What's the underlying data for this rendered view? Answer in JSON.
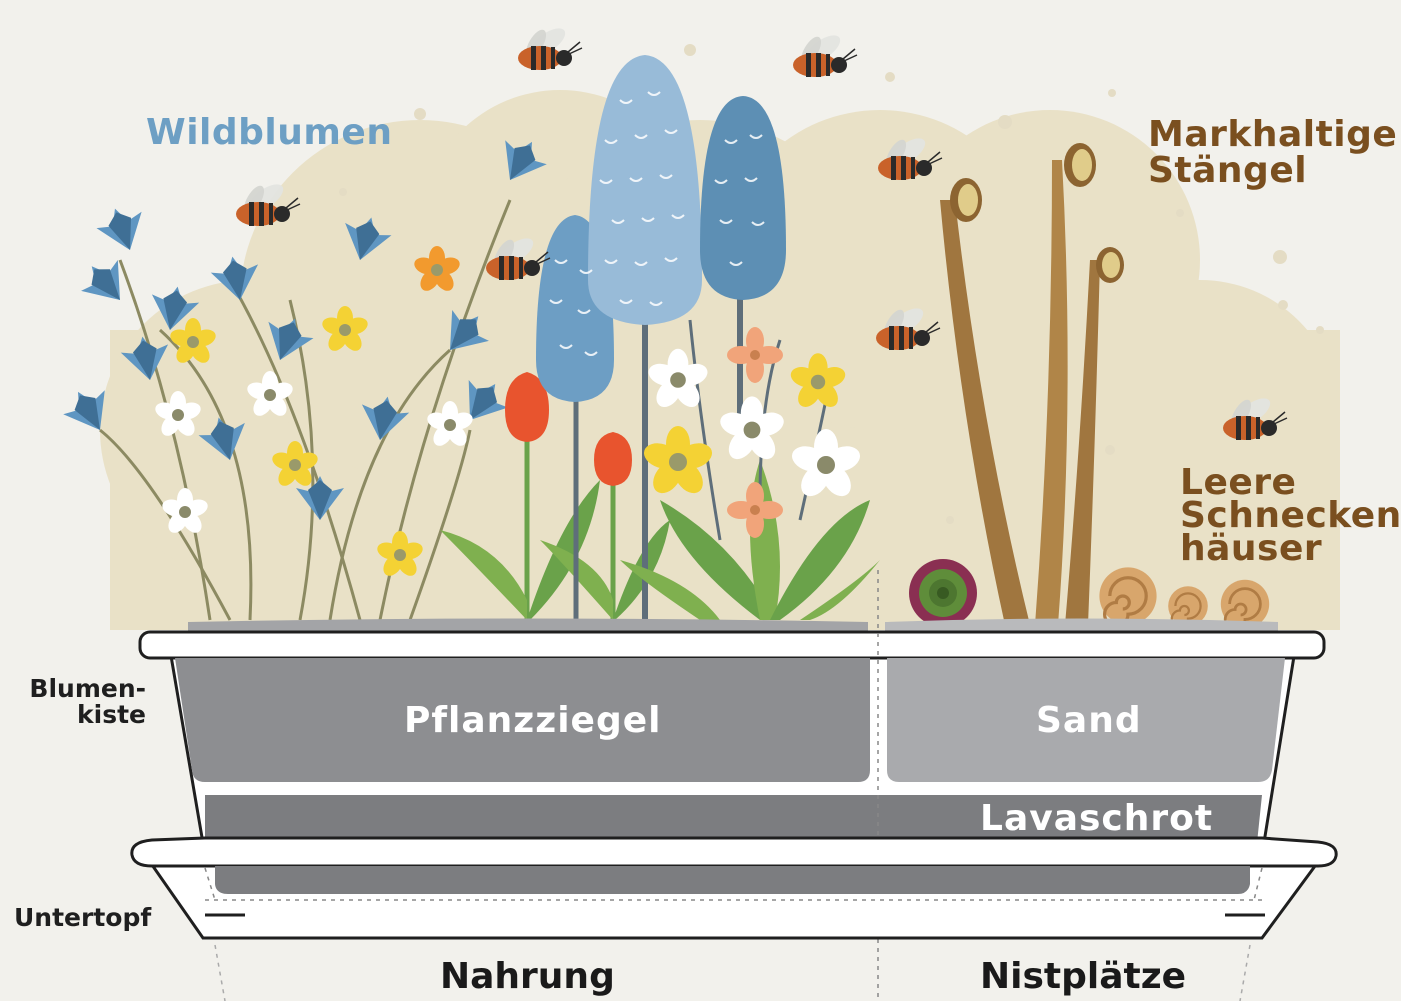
{
  "labels": {
    "wildblumen": "Wildblumen",
    "markhaltige_1": "Markhaltige",
    "markhaltige_2": "Stängel",
    "leere_1": "Leere",
    "leere_2": "Schnecken-",
    "leere_3": "häuser",
    "blumenkiste_1": "Blumen-",
    "blumenkiste_2": "kiste",
    "untertopf": "Untertopf",
    "pflanzziegel": "Pflanzziegel",
    "sand": "Sand",
    "lavaschrot": "Lavaschrot",
    "nahrung": "Nahrung",
    "nistplaetze": "Nistplätze"
  },
  "colors": {
    "background": "#f2f1ec",
    "cloud": "#e9e1c7",
    "blue_label": "#6d9fc4",
    "brown_label": "#7a4f1f",
    "pflanzziegel": "#8d8e91",
    "sand": "#a9aaad",
    "lavaschrot": "#7c7d80"
  },
  "icons": [
    "bee-icon",
    "bellflower-icon",
    "daisy-icon",
    "muscari-icon",
    "tulip-icon",
    "stem-icon",
    "succulent-icon",
    "snail-shell-icon"
  ]
}
